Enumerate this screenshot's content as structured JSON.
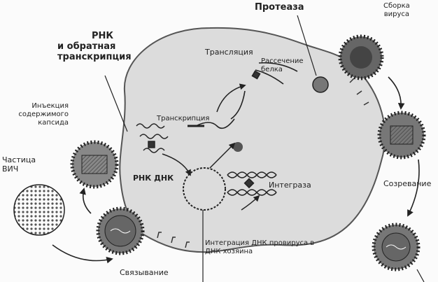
{
  "labels": {
    "protease": "Протеаза",
    "assembly": "Сборка\nвируса",
    "rna_rt": "РНК\nи обратная\nтранскрипция",
    "translation": "Трансляция",
    "protein_cleavage": "Рассечение\nбелка",
    "capsid_injection": "Инъекция\nсодержимого\nкапсида",
    "transcription": "Транскрипция",
    "hiv_particle": "Частица\nВИЧ",
    "rna_dna": "РНК ДНК",
    "integrase": "Интеграза",
    "maturation": "Созревание",
    "provirus_integration": "Интеграция ДНК провируса в\nДНК хозяина",
    "binding": "Связывание"
  },
  "colors": {
    "background": "#fbfbfb",
    "cell_fill": "#dcdcdc",
    "ink": "#222222",
    "virion_core": "#6a6a6a"
  }
}
